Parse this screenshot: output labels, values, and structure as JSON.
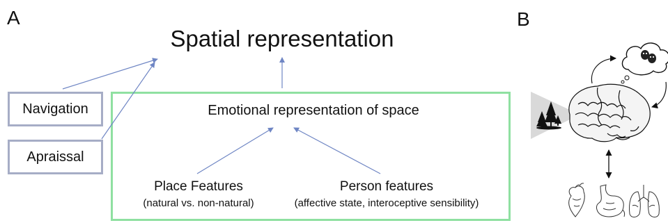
{
  "panel_a": {
    "letter": "A",
    "title": "Spatial representation",
    "left_boxes": {
      "navigation": "Navigation",
      "appraisal": "Apraissal"
    },
    "emotional_box": {
      "heading": "Emotional representation of space",
      "place": {
        "title": "Place Features",
        "subtitle": "(natural vs. non-natural)"
      },
      "person": {
        "title": "Person features",
        "subtitle": "(affective state, interoceptive sensibility)"
      }
    }
  },
  "panel_b": {
    "letter": "B",
    "icons": [
      "trees-icon",
      "brain-icon",
      "theater-masks-icon",
      "heart-icon",
      "stomach-icon",
      "lungs-icon"
    ]
  },
  "colors": {
    "arrow": "#6f86c4",
    "left_box_border": "#a6adc6",
    "green_border": "#8fe0a1",
    "cone_fill": "#d9d9d9"
  }
}
